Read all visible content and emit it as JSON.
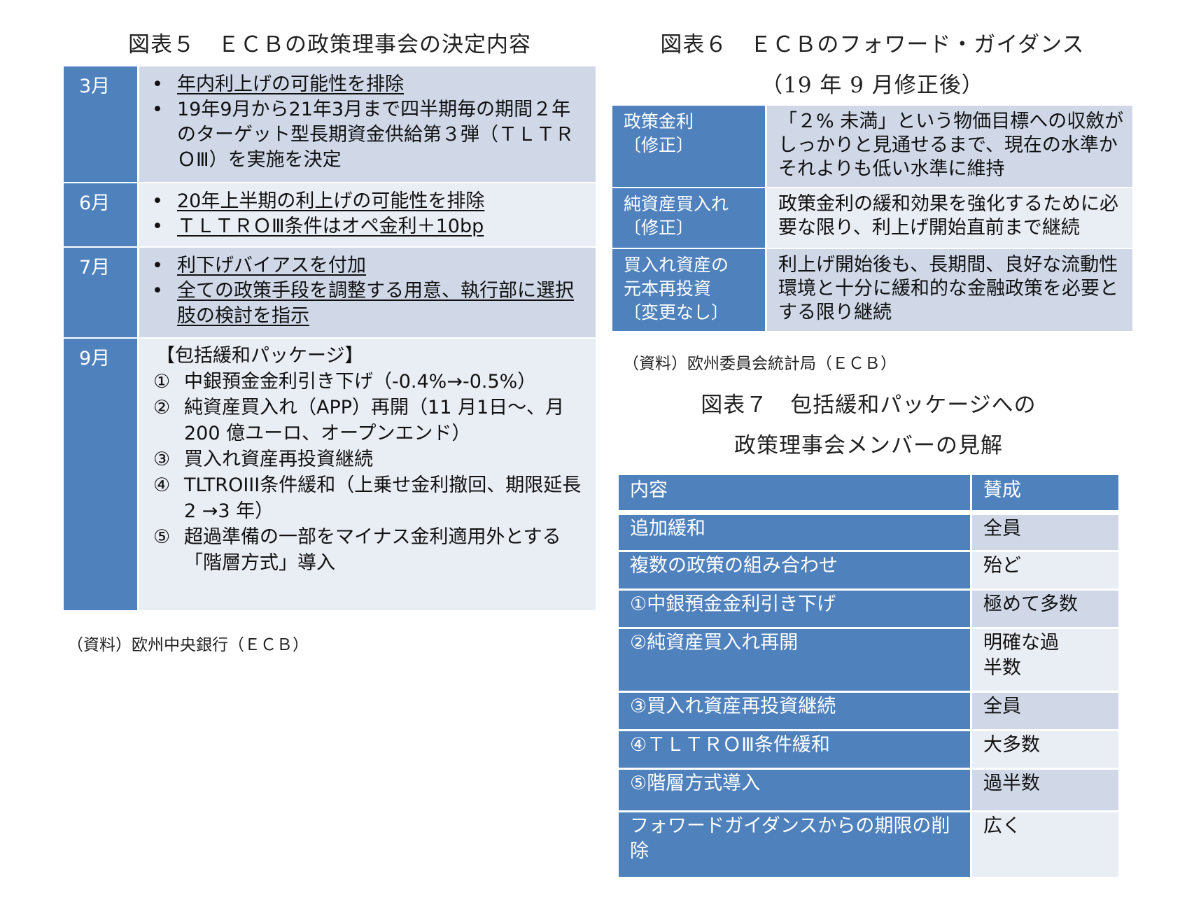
{
  "fig5": {
    "title": "図表５　ＥＣＢの政策理事会の決定内容",
    "rows": [
      {
        "month": "3月",
        "items": [
          {
            "text": "年内利上げの可能性を排除",
            "underlined": true
          },
          {
            "text": "19年9月から21年3月まで四半期毎の期間２年のターゲット型長期資金供給第３弾（ＴＬＴＲＯⅢ）を実施を決定",
            "underlined": false
          }
        ]
      },
      {
        "month": "6月",
        "items": [
          {
            "text": "20年上半期の利上げの可能性を排除",
            "underlined": true
          },
          {
            "text": "ＴＬＴＲＯⅢ条件はオペ金利＋10bp",
            "underlined": true
          }
        ]
      },
      {
        "month": "7月",
        "items": [
          {
            "text": "利下げバイアスを付加",
            "underlined": true
          },
          {
            "text": "全ての政策手段を調整する用意、執行部に選択肢の検討を指示",
            "underlined": true
          }
        ]
      },
      {
        "month": "9月",
        "heading": "【包括緩和パッケージ】",
        "items": [
          {
            "num": "①",
            "text": "中銀預金金利引き下げ（-0.4%→-0.5%）"
          },
          {
            "num": "②",
            "text": "純資産買入れ（APP）再開（11 月1日～、月 200 億ユーロ、オープンエンド）"
          },
          {
            "num": "③",
            "text": "買入れ資産再投資継続"
          },
          {
            "num": "④",
            "text": "TLTROIII条件緩和（上乗せ金利撤回、期限延長2 →3 年）"
          },
          {
            "num": "⑤",
            "text": "超過準備の一部をマイナス金利適用外とする「階層方式」導入"
          }
        ]
      }
    ],
    "source": "（資料）欧州中央銀行（ＥＣＢ）"
  },
  "fig6": {
    "title_line1": "図表６　ＥＣＢのフォワード・ガイダンス",
    "title_line2": "（19 年 9 月修正後）",
    "rows": [
      {
        "label_lines": [
          "政策金利",
          "〔修正〕"
        ],
        "content": "「２% 未満」という物価目標への収斂がしっかりと見通せるまで、現在の水準かそれよりも低い水準に維持"
      },
      {
        "label_lines": [
          "純資産買入れ",
          "〔修正〕"
        ],
        "content": "政策金利の緩和効果を強化するために必要な限り、利上げ開始直前まで継続"
      },
      {
        "label_lines": [
          "買入れ資産の",
          "元本再投資",
          "〔変更なし〕"
        ],
        "content": "利上げ開始後も、長期間、良好な流動性環境と十分に緩和的な金融政策を必要とする限り継続"
      }
    ],
    "source": "（資料）欧州委員会統計局（ＥＣＢ）"
  },
  "fig7": {
    "title_line1": "図表７　包括緩和パッケージへの",
    "title_line2": "政策理事会メンバーの見解",
    "header": {
      "col1": "内容",
      "col2": "賛成"
    },
    "rows": [
      {
        "item": "追加緩和",
        "support": "全員"
      },
      {
        "item": "複数の政策の組み合わせ",
        "support": "殆ど"
      },
      {
        "item": "①中銀預金金利引き下げ",
        "support": "極めて多数"
      },
      {
        "item": "②純資産買入れ再開",
        "support": "明確な過半数"
      },
      {
        "item": "③買入れ資産再投資継続",
        "support": "全員"
      },
      {
        "item": "④ＴＬＴＲＯⅢ条件緩和",
        "support": "大多数"
      },
      {
        "item": "⑤階層方式導入",
        "support": "過半数"
      },
      {
        "item": "フォワードガイダンスからの期限の削除",
        "support": "広く"
      }
    ]
  },
  "colors": {
    "blue": "#4f81bd",
    "row_dark": "#d0d8e8",
    "row_light": "#e9edf4"
  }
}
